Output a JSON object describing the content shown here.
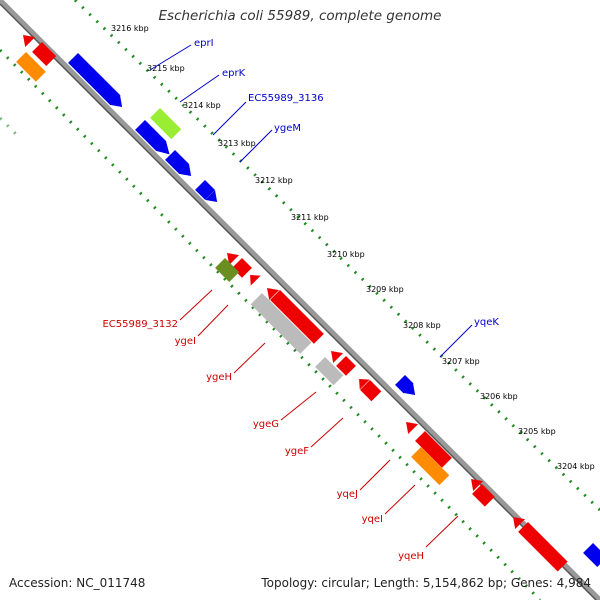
{
  "title": "Escherichia coli 55989, complete genome",
  "accession": "Accession: NC_011748",
  "topology": "Topology: circular; Length: 5,154,862 bp; Genes: 4,984",
  "colors": {
    "backbone": "#888888",
    "tick_dots": "#228B22",
    "blue_gene": "#0000EE",
    "red_gene": "#EE0000",
    "orange_gene": "#FF8C00",
    "green_gene": "#99EE33",
    "olive_gene": "#6B8E23",
    "grey_gene": "#BBBBBB",
    "blue_label": "#0000CC",
    "red_label": "#CC0000"
  },
  "scale_labels": [
    "3216 kbp",
    "3215 kbp",
    "3214 kbp",
    "3213 kbp",
    "3212 kbp",
    "3211 kbp",
    "3210 kbp",
    "3209 kbp",
    "3208 kbp",
    "3207 kbp",
    "3206 kbp",
    "3205 kbp",
    "3204 kbp"
  ],
  "upper_gene_labels": [
    "eprI",
    "eprK",
    "EC55989_3136",
    "ygeM",
    "yqeK"
  ],
  "lower_gene_labels": [
    "EC55989_3132",
    "ygeI",
    "ygeH",
    "ygeG",
    "ygeF",
    "yqeJ",
    "yqeI",
    "yqeH"
  ]
}
